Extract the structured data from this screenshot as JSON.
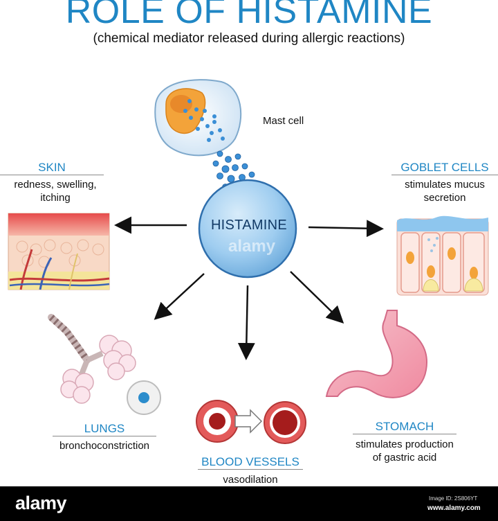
{
  "title": "ROLE OF HISTAMINE",
  "subtitle": "(chemical mediator released during allergic reactions)",
  "center_label": "HISTAMINE",
  "center_watermark": "alamy",
  "mast_cell_label": "Mast cell",
  "targets": {
    "skin": {
      "heading": "SKIN",
      "description": [
        "redness, swelling,",
        "itching"
      ]
    },
    "goblet": {
      "heading": "GOBLET CELLS",
      "description": [
        "stimulates mucus",
        "secretion"
      ]
    },
    "lungs": {
      "heading": "LUNGS",
      "description": [
        "bronchoconstriction"
      ]
    },
    "blood": {
      "heading": "BLOOD VESSELS",
      "description": [
        "vasodilation"
      ]
    },
    "stomach": {
      "heading": "STOMACH",
      "description": [
        "stimulates production",
        "of gastric acid"
      ]
    }
  },
  "footer": {
    "logo": "alamy",
    "image_id": "Image ID: 2S806YT",
    "site": "www.alamy.com"
  },
  "colors": {
    "title": "#1f86c4",
    "heading": "#1f86c4",
    "histamine_fill": "#9fcdf0",
    "histamine_stroke": "#2f6fad",
    "granule": "#3b8fd6"
  }
}
